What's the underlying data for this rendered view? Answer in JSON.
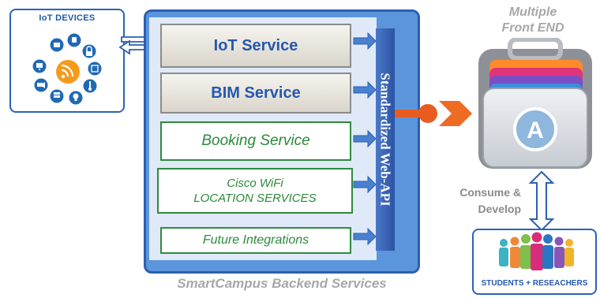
{
  "iot_devices": {
    "title": "IoT DEVICES"
  },
  "services": {
    "iot": "IoT Service",
    "bim": "BIM Service",
    "booking": "Booking Service",
    "cisco_line1": "Cisco WiFi",
    "cisco_line2": "LOCATION SERVICES",
    "future": "Future Integrations"
  },
  "api_label": "Standardized Web-API",
  "backend_label": "SmartCampus Backend Services",
  "frontend": {
    "line1": "Multiple",
    "line2": "Front END"
  },
  "consume": {
    "line1": "Consume &",
    "line2": "Develop"
  },
  "students_label": "STUDENTS + RESEACHERS",
  "colors": {
    "backend_border": "#2c5fb0",
    "backend_fill": "#5b95dc",
    "service_text_blue": "#2458ad",
    "service_text_green": "#2a8a3a",
    "connector_orange": "#e85d1f",
    "caption_gray": "#a7a7a7"
  }
}
